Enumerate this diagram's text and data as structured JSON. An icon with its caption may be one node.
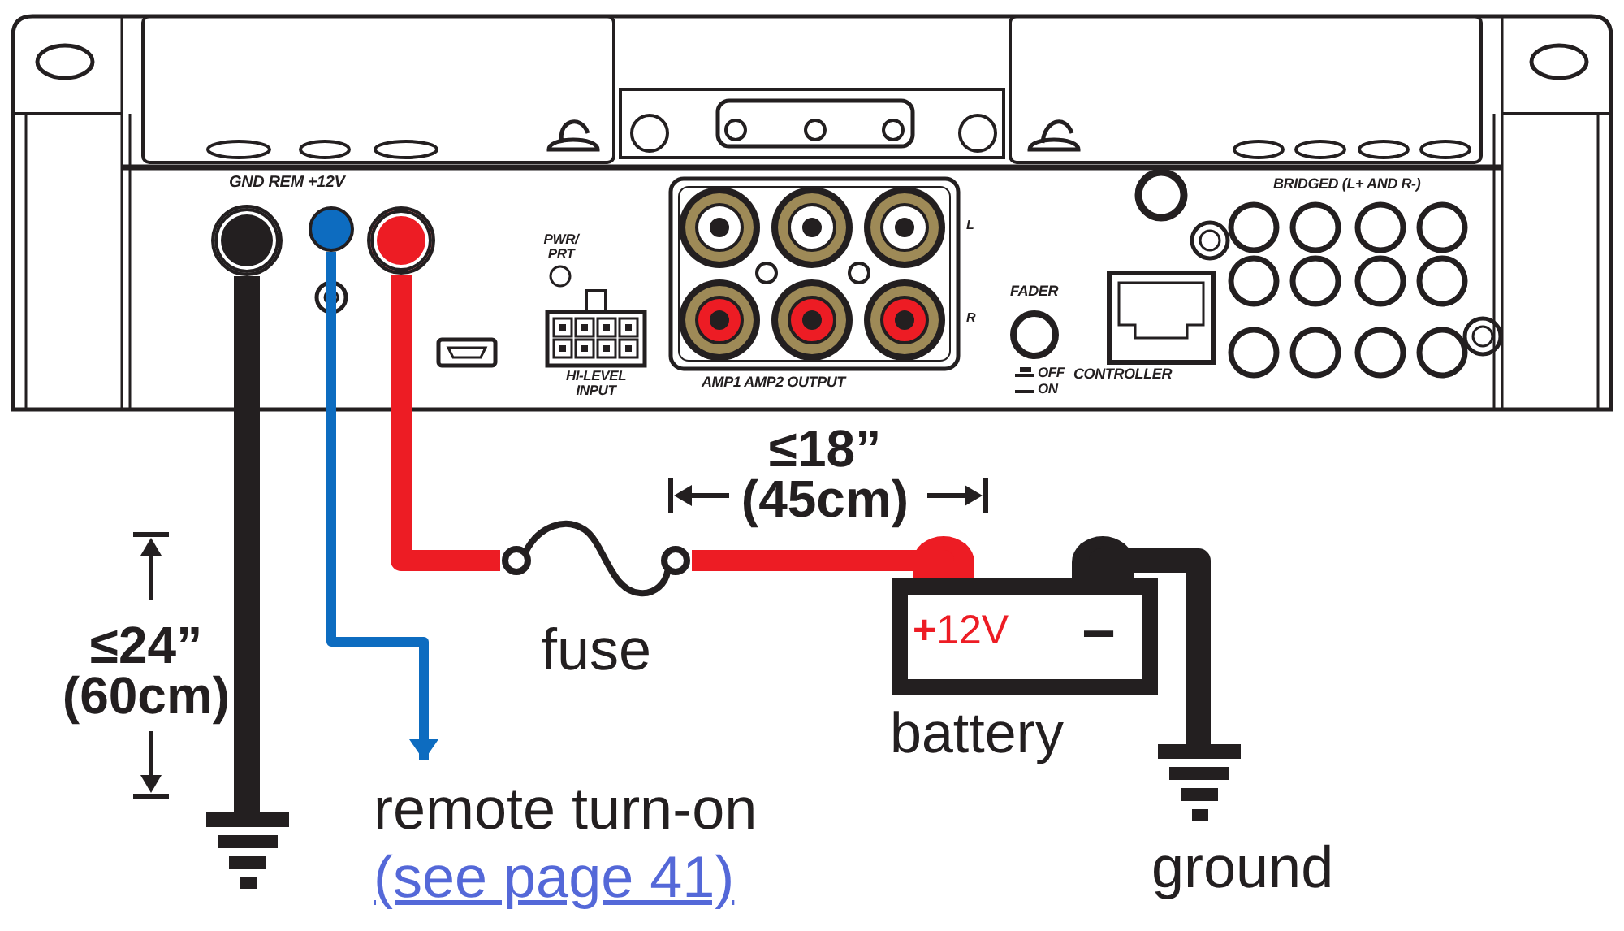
{
  "diagram": {
    "nodes": [
      {
        "text": [
          "GND REM +12V",
          "PWR/ PRT",
          "HI-LEVEL INPUT",
          "L",
          "R",
          "AMP1 AMP2 OUTPUT",
          "FADER",
          "OFF",
          "ON",
          "CONTROLLER",
          "BRIDGED (L+ AND R-)"
        ]
      },
      {
        "text": [],
        "shape": "circle",
        "in": 0
      },
      {
        "text": [],
        "shape": "circle",
        "in": 0
      },
      {
        "text": [],
        "shape": "circle",
        "in": 0
      },
      {
        "text": [],
        "shape": "picture",
        "beside": [
          "fuse"
        ]
      },
      {
        "text": [
          "**+**12V",
          "−"
        ],
        "beside": [
          "battery"
        ]
      },
      {
        "text": [],
        "shape": "picture"
      },
      {
        "text": [
          "remote turn-on",
          "(see page 41)"
        ]
      },
      {
        "text": [],
        "shape": "picture",
        "beside": [
          "ground"
        ]
      }
    ],
    "edges": [
      {
        "from": 1,
        "to": 6,
        "arrow": "none",
        "color": "#231f20"
      },
      {
        "from": 2,
        "to": 7,
        "arrow": "to",
        "color": "#0d6cc0"
      },
      {
        "from": 3,
        "to": 4,
        "arrow": "none",
        "color": "#ed1c24"
      },
      {
        "from": 4,
        "to": 5,
        "arrow": "none",
        "color": "#ed1c24"
      },
      {
        "from": 5,
        "to": 8,
        "arrow": "none",
        "color": "#231f20"
      }
    ],
    "labels": [
      "≤18” (45cm)",
      "≤24” (60cm)"
    ]
  }
}
